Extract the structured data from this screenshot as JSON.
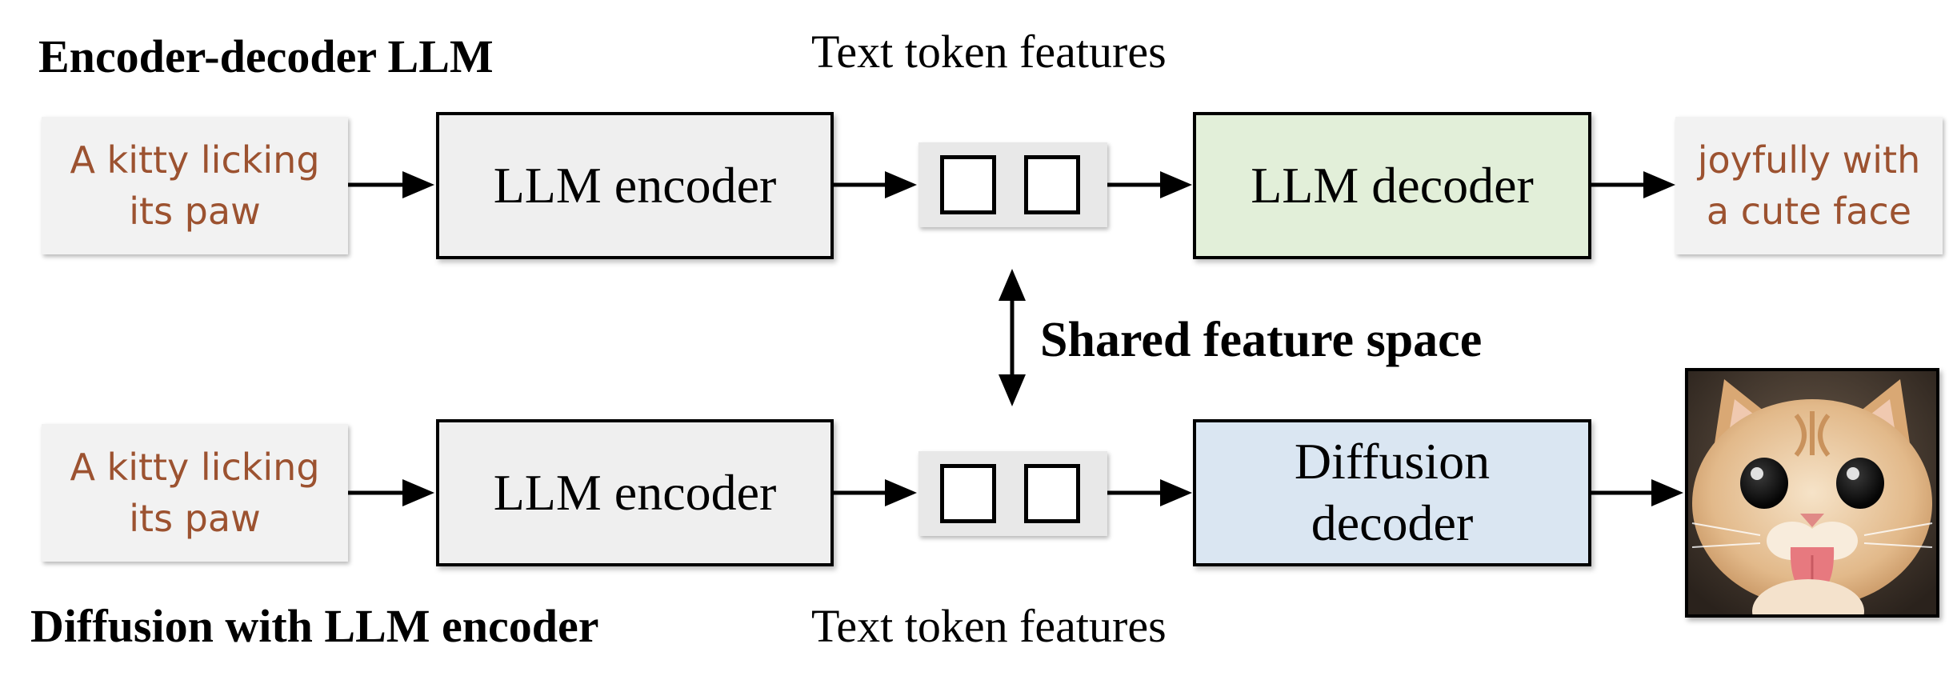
{
  "top_row": {
    "heading": "Encoder-decoder LLM",
    "input_text": "A kitty licking\nits paw",
    "encoder_label": "LLM encoder",
    "features_caption": "Text token features",
    "decoder_label": "LLM decoder",
    "output_text": "joyfully with\na cute face"
  },
  "middle": {
    "shared_label": "Shared feature space"
  },
  "bottom_row": {
    "heading": "Diffusion with LLM encoder",
    "input_text": "A kitty licking\nits paw",
    "encoder_label": "LLM encoder",
    "features_caption": "Text token features",
    "decoder_label": "Diffusion\ndecoder",
    "output_image": "cat-licking-paw-photo"
  },
  "colors": {
    "encoder_fill": "#efefef",
    "llm_decoder_fill": "#e2efd9",
    "diffusion_decoder_fill": "#dae6f2",
    "text_card_fill": "#f2f2f2",
    "text_color": "#9c5230"
  }
}
